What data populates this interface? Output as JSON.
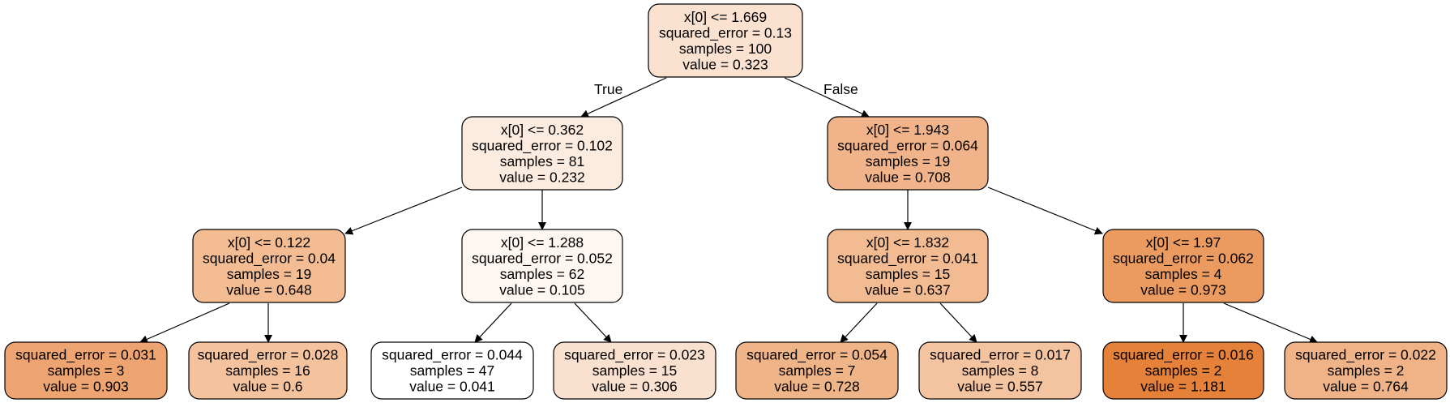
{
  "edge_labels": {
    "true_label": "True",
    "false_label": "False"
  },
  "nodes": [
    {
      "id": "n0",
      "fill": "#fae1d0",
      "lines": [
        "x[0] <= 1.669",
        "squared_error = 0.13",
        "samples = 100",
        "value = 0.323"
      ]
    },
    {
      "id": "n1",
      "fill": "#fcebdf",
      "lines": [
        "x[0] <= 0.362",
        "squared_error = 0.102",
        "samples = 81",
        "value = 0.232"
      ]
    },
    {
      "id": "n2",
      "fill": "#f3bc93",
      "lines": [
        "x[0] <= 0.122",
        "squared_error = 0.04",
        "samples = 19",
        "value = 0.648"
      ]
    },
    {
      "id": "n3",
      "fill": "#eda470",
      "lines": [
        "squared_error = 0.031",
        "samples = 3",
        "value = 0.903"
      ]
    },
    {
      "id": "n4",
      "fill": "#f4c39e",
      "lines": [
        "squared_error = 0.028",
        "samples = 16",
        "value = 0.6"
      ]
    },
    {
      "id": "n5",
      "fill": "#fdf6f1",
      "lines": [
        "x[0] <= 1.288",
        "squared_error = 0.052",
        "samples = 62",
        "value = 0.105"
      ]
    },
    {
      "id": "n6",
      "fill": "#ffffff",
      "lines": [
        "squared_error = 0.044",
        "samples = 47",
        "value = 0.041"
      ]
    },
    {
      "id": "n7",
      "fill": "#fae0ce",
      "lines": [
        "squared_error = 0.023",
        "samples = 15",
        "value = 0.306"
      ]
    },
    {
      "id": "n8",
      "fill": "#f1b48a",
      "lines": [
        "x[0] <= 1.943",
        "squared_error = 0.064",
        "samples = 19",
        "value = 0.708"
      ]
    },
    {
      "id": "n9",
      "fill": "#f2bb92",
      "lines": [
        "x[0] <= 1.832",
        "squared_error = 0.041",
        "samples = 15",
        "value = 0.637"
      ]
    },
    {
      "id": "n10",
      "fill": "#f0b489",
      "lines": [
        "squared_error = 0.054",
        "samples = 7",
        "value = 0.728"
      ]
    },
    {
      "id": "n11",
      "fill": "#f4c4a1",
      "lines": [
        "squared_error = 0.017",
        "samples = 8",
        "value = 0.557"
      ]
    },
    {
      "id": "n12",
      "fill": "#eb9b60",
      "lines": [
        "x[0] <= 1.97",
        "squared_error = 0.062",
        "samples = 4",
        "value = 0.973"
      ]
    },
    {
      "id": "n13",
      "fill": "#e6813a",
      "lines": [
        "squared_error = 0.016",
        "samples = 2",
        "value = 1.181"
      ]
    },
    {
      "id": "n14",
      "fill": "#f0b287",
      "lines": [
        "squared_error = 0.022",
        "samples = 2",
        "value = 0.764"
      ]
    }
  ]
}
